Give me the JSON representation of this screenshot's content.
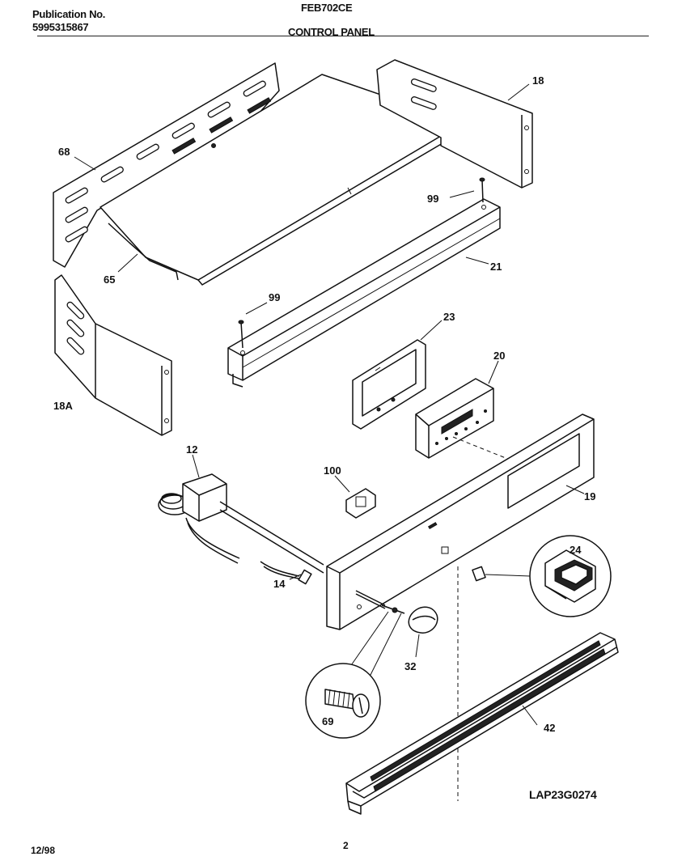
{
  "header": {
    "publication_label": "Publication No.",
    "publication_number": "5995315867",
    "model": "FEB702CE",
    "section": "CONTROL PANEL"
  },
  "footer": {
    "date": "12/98",
    "page": "2"
  },
  "diagram_code": "LAP23G0274",
  "callouts": [
    {
      "id": "p18",
      "label": "18"
    },
    {
      "id": "p68",
      "label": "68"
    },
    {
      "id": "p99a",
      "label": "99"
    },
    {
      "id": "p65",
      "label": "65"
    },
    {
      "id": "p21",
      "label": "21"
    },
    {
      "id": "p99b",
      "label": "99"
    },
    {
      "id": "p23",
      "label": "23"
    },
    {
      "id": "p20",
      "label": "20"
    },
    {
      "id": "p18a",
      "label": "18A"
    },
    {
      "id": "p12",
      "label": "12"
    },
    {
      "id": "p100",
      "label": "100"
    },
    {
      "id": "p19",
      "label": "19"
    },
    {
      "id": "p24",
      "label": "24"
    },
    {
      "id": "p14",
      "label": "14"
    },
    {
      "id": "p32",
      "label": "32"
    },
    {
      "id": "p69",
      "label": "69"
    },
    {
      "id": "p42",
      "label": "42"
    }
  ]
}
